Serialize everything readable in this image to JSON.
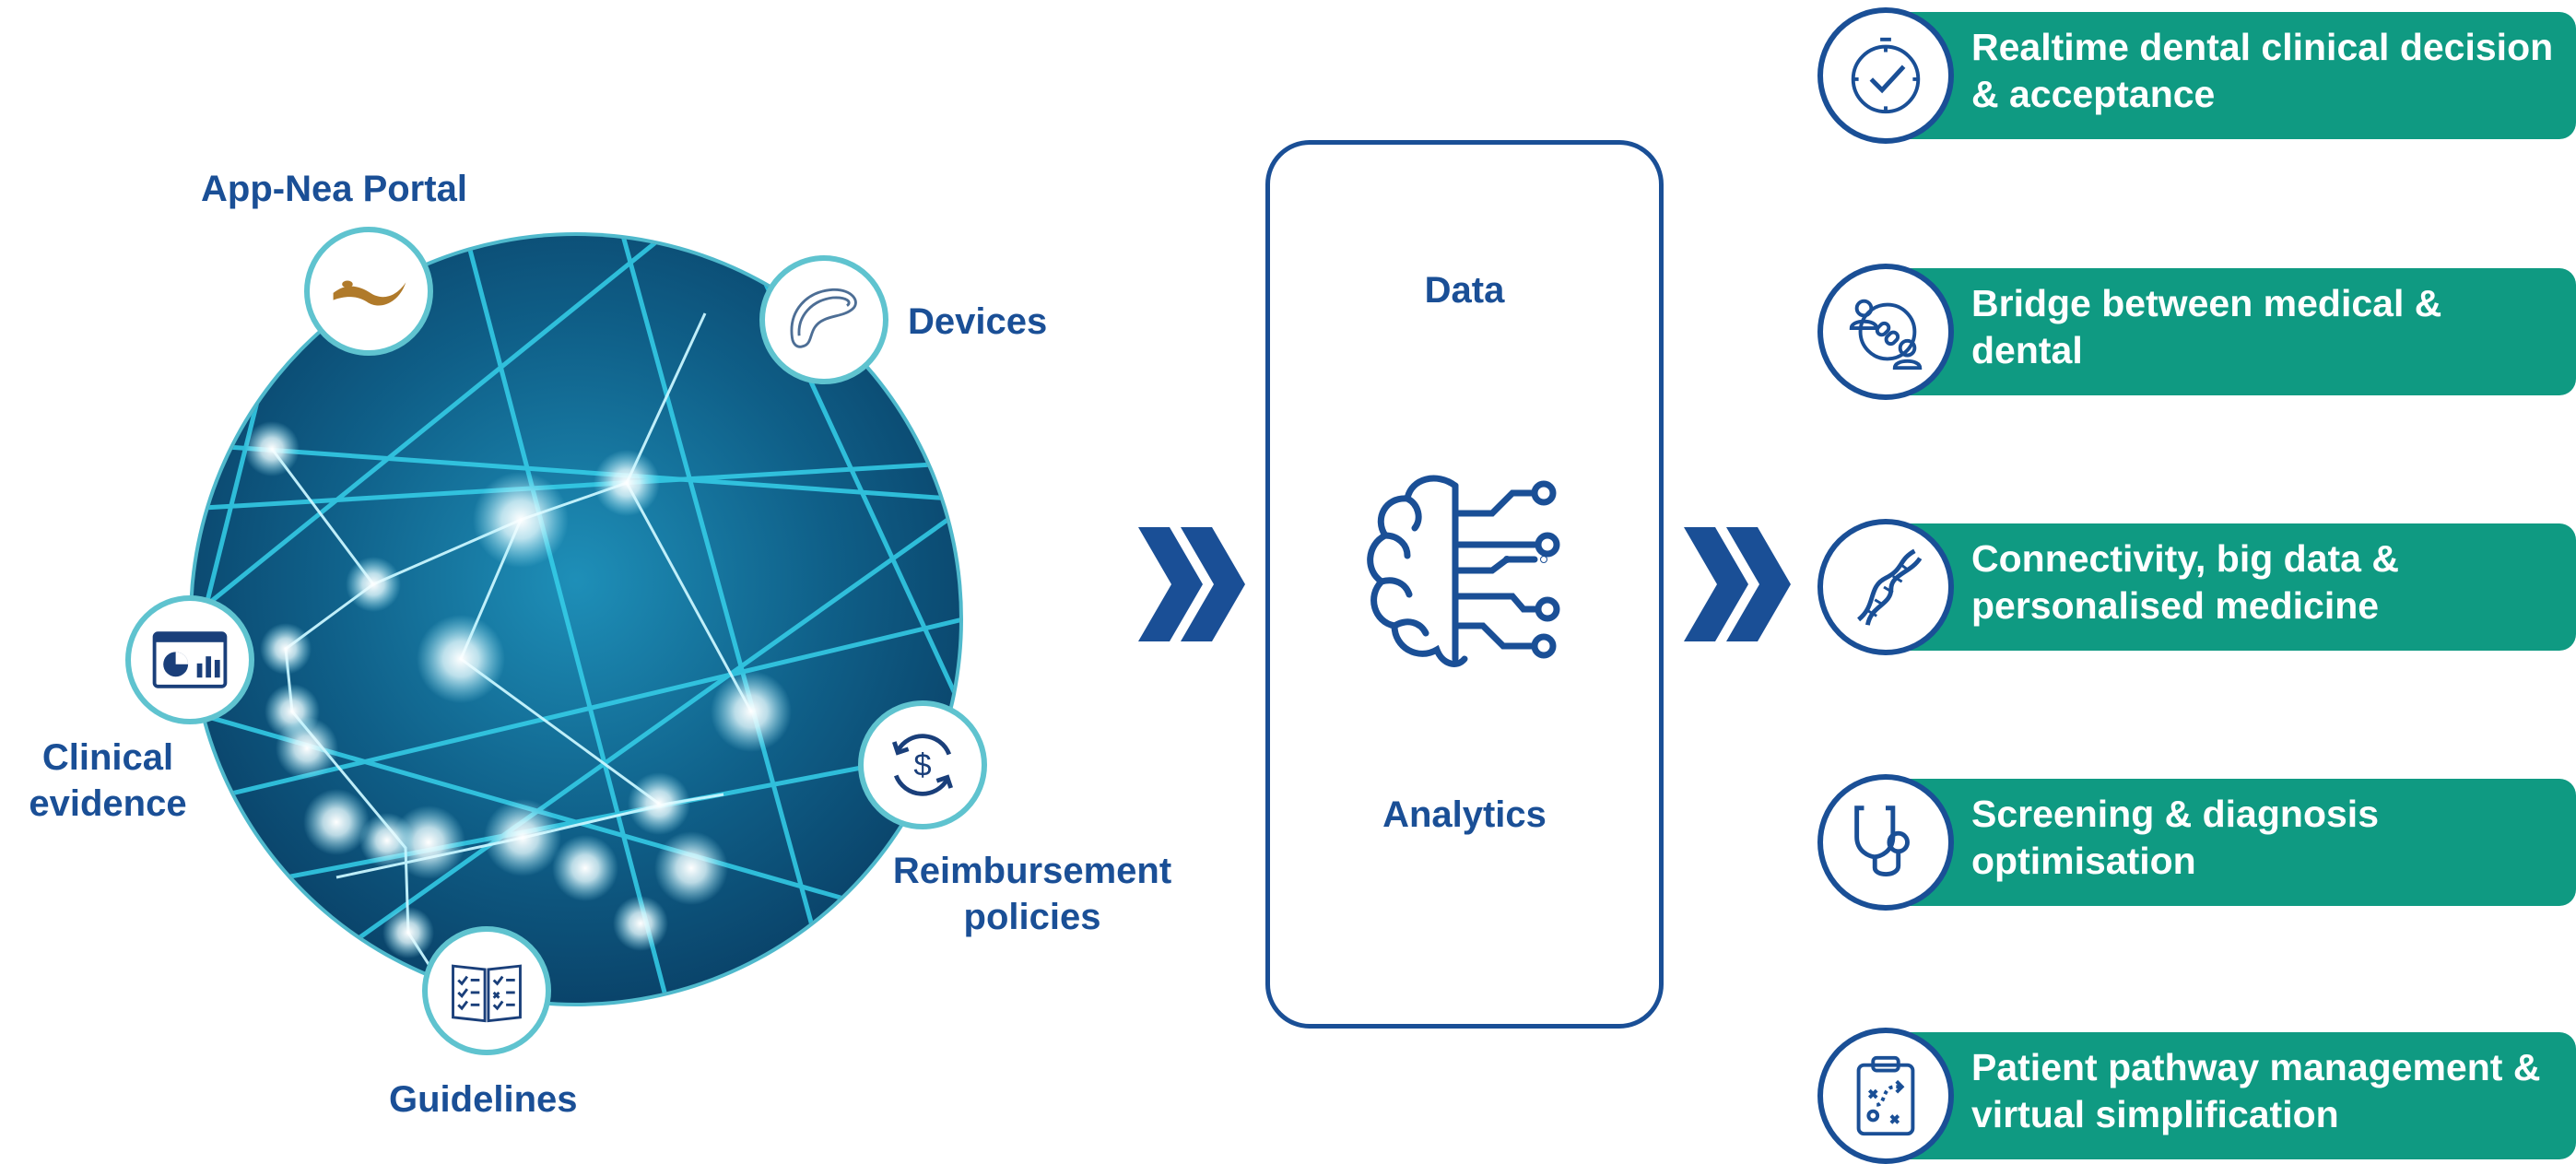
{
  "sources": {
    "portal": "App-Nea Portal",
    "devices": "Devices",
    "clinical": "Clinical evidence",
    "reimbursement": "Reimbursement policies",
    "guidelines": "Guidelines",
    "icons": [
      "wave-logo-icon",
      "dental-aligner-icon",
      "dashboard-chart-icon",
      "dollar-cycle-icon",
      "open-book-checklist-icon"
    ]
  },
  "center": {
    "top_label": "Data",
    "bottom_label": "Analytics",
    "icon": "brain-circuit-icon"
  },
  "outcomes": [
    {
      "label": "Realtime dental clinical decision & acceptance",
      "icon": "clock-check-icon"
    },
    {
      "label": "Bridge between medical & dental",
      "icon": "people-link-icon"
    },
    {
      "label": "Connectivity, big data & personalised medicine",
      "icon": "dna-icon"
    },
    {
      "label": "Screening & diagnosis optimisation",
      "icon": "stethoscope-icon"
    },
    {
      "label": "Patient pathway management & virtual simplification",
      "icon": "clipboard-path-icon"
    }
  ],
  "colors": {
    "brand_blue": "#1a4f96",
    "teal": "#0f9a82",
    "ring_cyan": "#5fc3cf"
  }
}
